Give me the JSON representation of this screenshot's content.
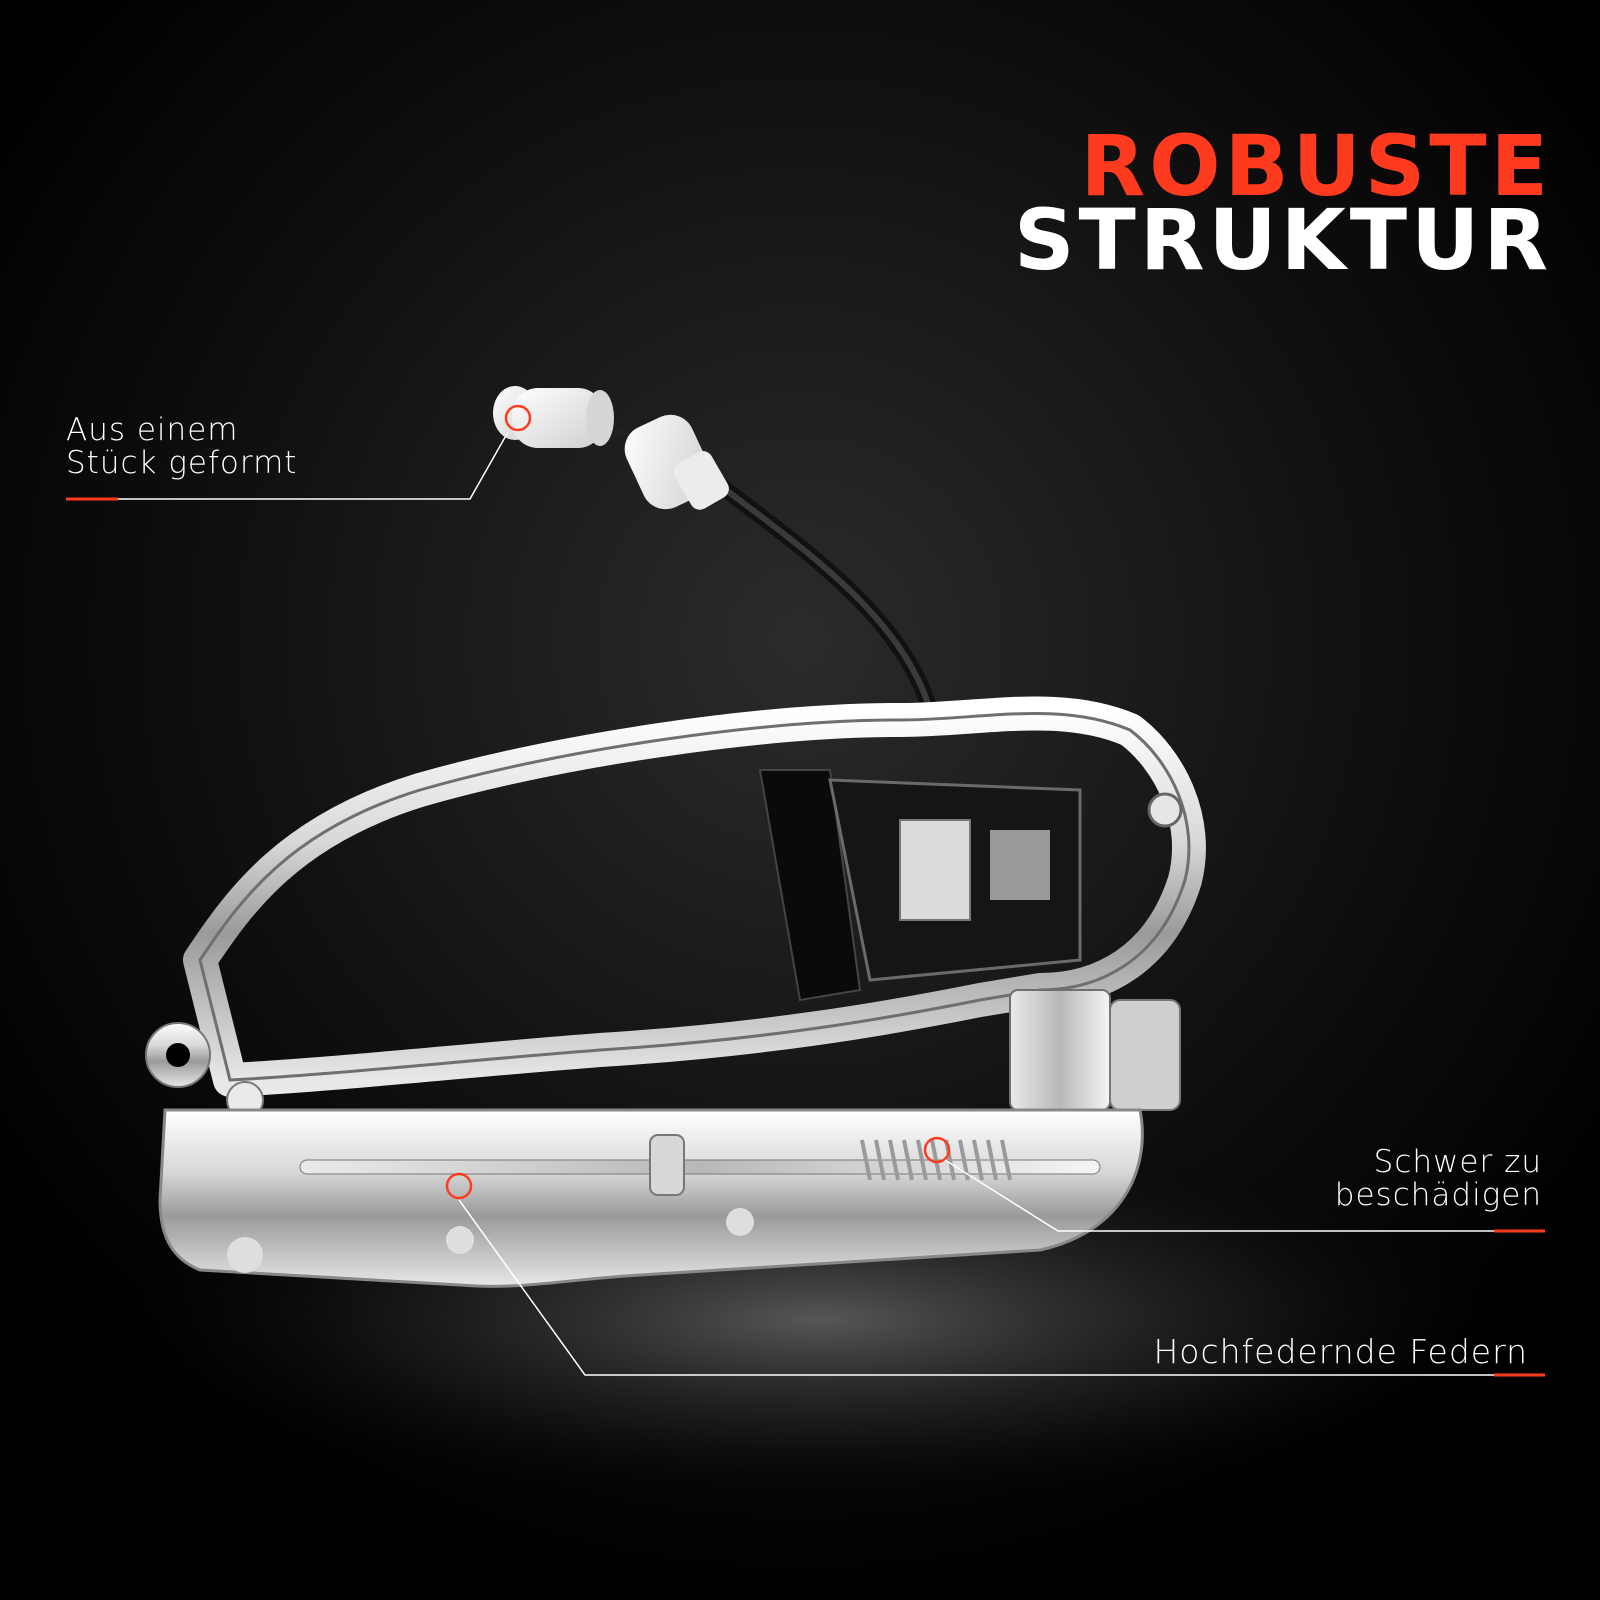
{
  "headline": {
    "line1": "ROBUSTE",
    "line2": "STRUKTUR"
  },
  "callouts": [
    {
      "id": "one-piece",
      "line1": "Aus einem",
      "line2": "Stück geformt"
    },
    {
      "id": "hard-damage",
      "line1": "Schwer zu",
      "line2": "beschädigen"
    },
    {
      "id": "springs",
      "line1": "Hochfedernde Federn"
    }
  ],
  "colors": {
    "background": "#000000",
    "accent": "#ff3b1f",
    "text": "#ffffff",
    "chrome_light": "#f2f2f2",
    "chrome_mid": "#bdbdbd",
    "chrome_dark": "#6f6f6f"
  },
  "product": {
    "kind": "door-handle-carrier-with-cable-icon"
  }
}
